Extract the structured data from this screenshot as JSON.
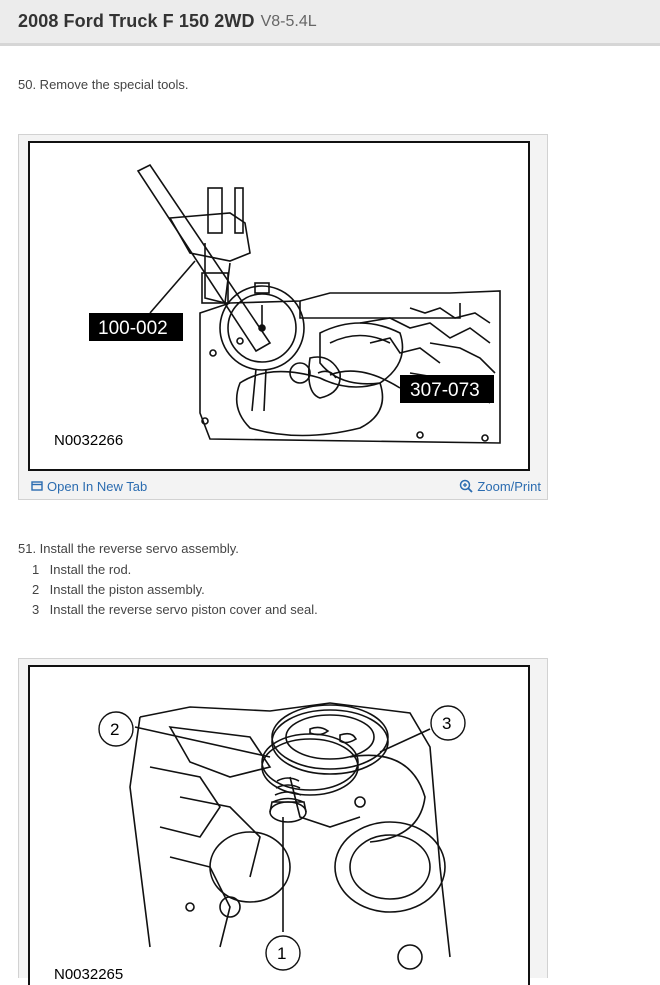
{
  "header": {
    "title": "2008 Ford Truck F 150 2WD",
    "engine": "V8-5.4L"
  },
  "step50": {
    "text": "50. Remove the special tools.",
    "figure": {
      "tool_label_1": "100-002",
      "tool_label_2": "307-073",
      "figure_code": "N0032266",
      "open_tab_label": "Open In New Tab",
      "zoom_label": "Zoom/Print"
    }
  },
  "step51": {
    "text": "51. Install the reverse servo assembly.",
    "substeps": [
      {
        "num": "1",
        "text": "Install the rod."
      },
      {
        "num": "2",
        "text": "Install the piston assembly."
      },
      {
        "num": "3",
        "text": "Install the reverse servo piston cover and seal."
      }
    ],
    "figure": {
      "callout_1": "1",
      "callout_2": "2",
      "callout_3": "3",
      "figure_code_partial": "N0032265"
    }
  }
}
